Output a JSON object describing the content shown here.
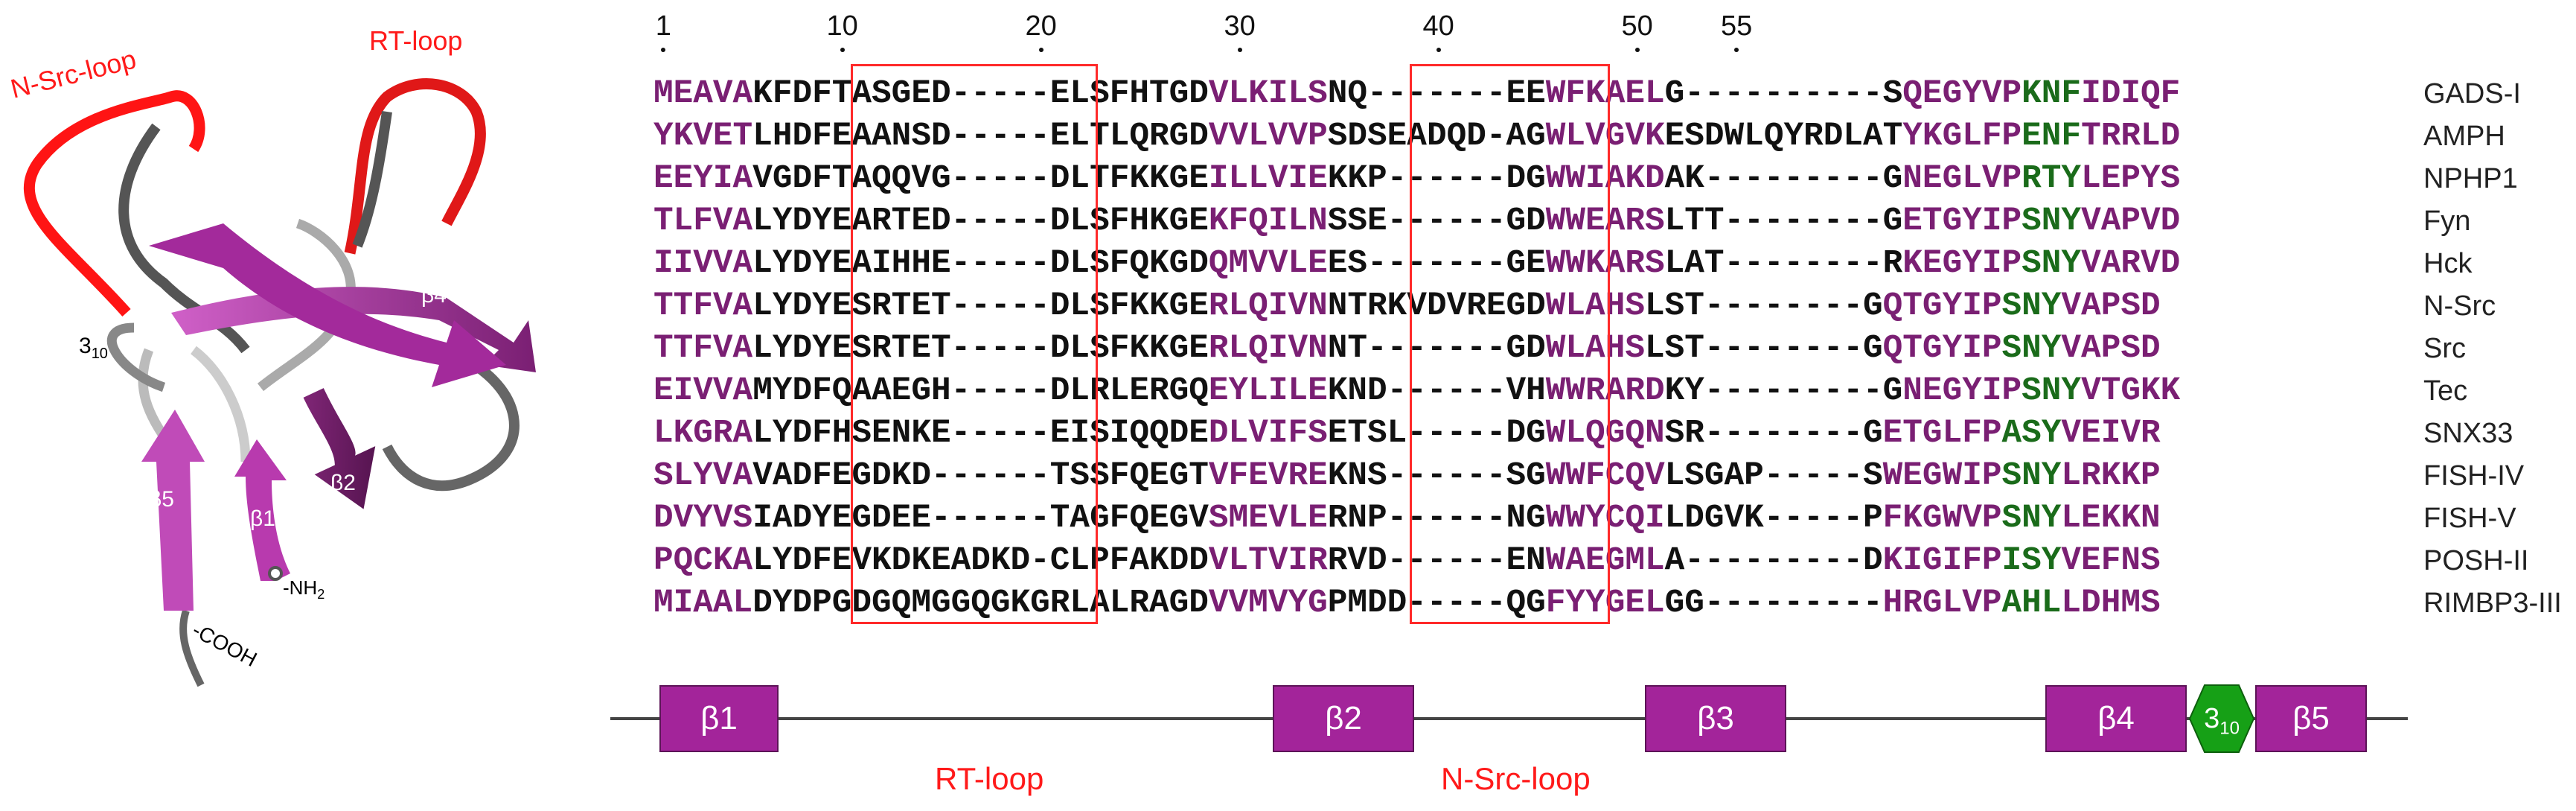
{
  "structure": {
    "loops": {
      "nsrc": "N-Src-loop",
      "rt": "RT-loop"
    },
    "helix": "3",
    "helix_sub": "10",
    "strands": [
      "β1",
      "β2",
      "β3",
      "β4",
      "β5"
    ],
    "termini": {
      "n": "-NH",
      "n_sub": "2",
      "c": "-COOH"
    }
  },
  "ruler": [
    "1",
    "10",
    "20",
    "30",
    "40",
    "50",
    "55"
  ],
  "colors": {
    "beta": "#7a1f73",
    "black": "#111111",
    "green": "#1a6b1a",
    "loopbox": "#ff2a2a",
    "ss": "#a3249a",
    "helix": "#1aa31a"
  },
  "alignment": [
    {
      "protein": "GADS-I",
      "segments": [
        [
          "p",
          "MEAVA"
        ],
        [
          "k",
          "KFDF"
        ],
        [
          "k",
          "TASGED-----ELSFHTGD"
        ],
        [
          "p",
          "VLKILS"
        ],
        [
          "k",
          "NQ-------EE"
        ],
        [
          "p",
          "WFKAEL"
        ],
        [
          "k",
          "G----------S"
        ],
        [
          "p",
          "QEGYVP"
        ],
        [
          "g",
          "KNF"
        ],
        [
          "p",
          "IDIQF"
        ]
      ]
    },
    {
      "protein": "AMPH",
      "segments": [
        [
          "p",
          "YKVET"
        ],
        [
          "k",
          "LHDF"
        ],
        [
          "k",
          "EAANSD-----ELTLQRGD"
        ],
        [
          "p",
          "VVLVVP"
        ],
        [
          "k",
          "SDSEADQD-AG"
        ],
        [
          "p",
          "WLVGVK"
        ],
        [
          "k",
          "ESDWLQYRDLAT"
        ],
        [
          "p",
          "YKGLFP"
        ],
        [
          "g",
          "ENF"
        ],
        [
          "p",
          "TRRLD"
        ]
      ]
    },
    {
      "protein": "NPHP1",
      "segments": [
        [
          "p",
          "EEYIA"
        ],
        [
          "k",
          "VGDF"
        ],
        [
          "k",
          "TAQQVG-----DLTFKKGE"
        ],
        [
          "p",
          "ILLVIE"
        ],
        [
          "k",
          "KKP------DG"
        ],
        [
          "p",
          "WWIAKD"
        ],
        [
          "k",
          "AK---------G"
        ],
        [
          "p",
          "NEGLVP"
        ],
        [
          "g",
          "RTY"
        ],
        [
          "p",
          "LEPYS"
        ]
      ]
    },
    {
      "protein": "Fyn",
      "segments": [
        [
          "p",
          "TLFVA"
        ],
        [
          "k",
          "LYDY"
        ],
        [
          "k",
          "EARTED-----DLSFHKGE"
        ],
        [
          "p",
          "KFQILN"
        ],
        [
          "k",
          "SSE------GD"
        ],
        [
          "p",
          "WWEARS"
        ],
        [
          "k",
          "LTT--------G"
        ],
        [
          "p",
          "ETGYIP"
        ],
        [
          "g",
          "SNY"
        ],
        [
          "p",
          "VAPVD"
        ]
      ]
    },
    {
      "protein": "Hck",
      "segments": [
        [
          "p",
          "IIVVA"
        ],
        [
          "k",
          "LYDY"
        ],
        [
          "k",
          "EAIHHE-----DLSFQKGD"
        ],
        [
          "p",
          "QMVVLE"
        ],
        [
          "k",
          "ES-------GE"
        ],
        [
          "p",
          "WWKARS"
        ],
        [
          "k",
          "LAT--------R"
        ],
        [
          "p",
          "KEGYIP"
        ],
        [
          "g",
          "SNY"
        ],
        [
          "p",
          "VARVD"
        ]
      ]
    },
    {
      "protein": "N-Src",
      "segments": [
        [
          "p",
          "TTFVA"
        ],
        [
          "k",
          "LYDY"
        ],
        [
          "k",
          "ESRTET-----DLSFKKGE"
        ],
        [
          "p",
          "RLQIVN"
        ],
        [
          "k",
          "NTRKVDVREGD"
        ],
        [
          "p",
          "WLAHS"
        ],
        [
          "k",
          "LST--------G"
        ],
        [
          "p",
          "QTGYIP"
        ],
        [
          "g",
          "SNY"
        ],
        [
          "p",
          "VAPSD"
        ]
      ]
    },
    {
      "protein": "Src",
      "segments": [
        [
          "p",
          "TTFVA"
        ],
        [
          "k",
          "LYDY"
        ],
        [
          "k",
          "ESRTET-----DLSFKKGE"
        ],
        [
          "p",
          "RLQIVN"
        ],
        [
          "k",
          "NT-------GD"
        ],
        [
          "p",
          "WLAHS"
        ],
        [
          "k",
          "LST--------G"
        ],
        [
          "p",
          "QTGYIP"
        ],
        [
          "g",
          "SNY"
        ],
        [
          "p",
          "VAPSD"
        ]
      ]
    },
    {
      "protein": "Tec",
      "segments": [
        [
          "p",
          "EIVVA"
        ],
        [
          "k",
          "MYDF"
        ],
        [
          "k",
          "QAAEGH-----DLRLERGQ"
        ],
        [
          "p",
          "EYLILE"
        ],
        [
          "k",
          "KND------VH"
        ],
        [
          "p",
          "WWRARD"
        ],
        [
          "k",
          "KY---------G"
        ],
        [
          "p",
          "NEGYIP"
        ],
        [
          "g",
          "SNY"
        ],
        [
          "p",
          "VTGKK"
        ]
      ]
    },
    {
      "protein": "SNX33",
      "segments": [
        [
          "p",
          "LKGRA"
        ],
        [
          "k",
          "LYDF"
        ],
        [
          "k",
          "HSENKE-----EISIQQDE"
        ],
        [
          "p",
          "DLVIFS"
        ],
        [
          "k",
          "ETSL-----DG"
        ],
        [
          "p",
          "WLQGQN"
        ],
        [
          "k",
          "SR--------G"
        ],
        [
          "p",
          "ETGLFP"
        ],
        [
          "g",
          "ASY"
        ],
        [
          "p",
          "VEIVR"
        ]
      ]
    },
    {
      "protein": "FISH-IV",
      "segments": [
        [
          "p",
          "SLYVA"
        ],
        [
          "k",
          "VADF"
        ],
        [
          "k",
          "EGDKD------TSSFQEGT"
        ],
        [
          "p",
          "VFEVRE"
        ],
        [
          "k",
          "KNS------SG"
        ],
        [
          "p",
          "WWFCQV"
        ],
        [
          "k",
          "LSGAP-----S"
        ],
        [
          "p",
          "WEGWIP"
        ],
        [
          "g",
          "SNY"
        ],
        [
          "p",
          "LRKKP"
        ]
      ]
    },
    {
      "protein": "FISH-V",
      "segments": [
        [
          "p",
          "DVYVS"
        ],
        [
          "k",
          "IADY"
        ],
        [
          "k",
          "EGDEE------TAGFQEGV"
        ],
        [
          "p",
          "SMEVLE"
        ],
        [
          "k",
          "RNP------NG"
        ],
        [
          "p",
          "WWYCQI"
        ],
        [
          "k",
          "LDGVK-----P"
        ],
        [
          "p",
          "FKGWVP"
        ],
        [
          "g",
          "SNY"
        ],
        [
          "p",
          "LEKKN"
        ]
      ]
    },
    {
      "protein": "POSH-II",
      "segments": [
        [
          "p",
          "PQCKA"
        ],
        [
          "k",
          "LYDF"
        ],
        [
          "k",
          "EVKDKEADKD-CLPFAKDD"
        ],
        [
          "p",
          "VLTVIR"
        ],
        [
          "k",
          "RVD------EN"
        ],
        [
          "p",
          "WAEGML"
        ],
        [
          "k",
          "A---------D"
        ],
        [
          "p",
          "KIGIFP"
        ],
        [
          "g",
          "ISY"
        ],
        [
          "p",
          "VEFNS"
        ]
      ]
    },
    {
      "protein": "RIMBP3-III",
      "segments": [
        [
          "p",
          "MIAAL"
        ],
        [
          "k",
          "DYDP"
        ],
        [
          "k",
          "GDGQMGGQGKGRLALRAGD"
        ],
        [
          "p",
          "VVMVYG"
        ],
        [
          "k",
          "PMDD-----QG"
        ],
        [
          "p",
          "FYYGEL"
        ],
        [
          "k",
          "GG---------"
        ],
        [
          "p",
          "HRGLVP"
        ],
        [
          "g",
          "AHL"
        ],
        [
          "p",
          "LDHMS"
        ]
      ]
    }
  ],
  "secondary_structure": {
    "blocks": [
      "β1",
      "β2",
      "β3",
      "β4",
      "β5"
    ],
    "helix": "3",
    "helix_sub": "10",
    "loops": [
      "RT-loop",
      "N-Src-loop"
    ]
  }
}
